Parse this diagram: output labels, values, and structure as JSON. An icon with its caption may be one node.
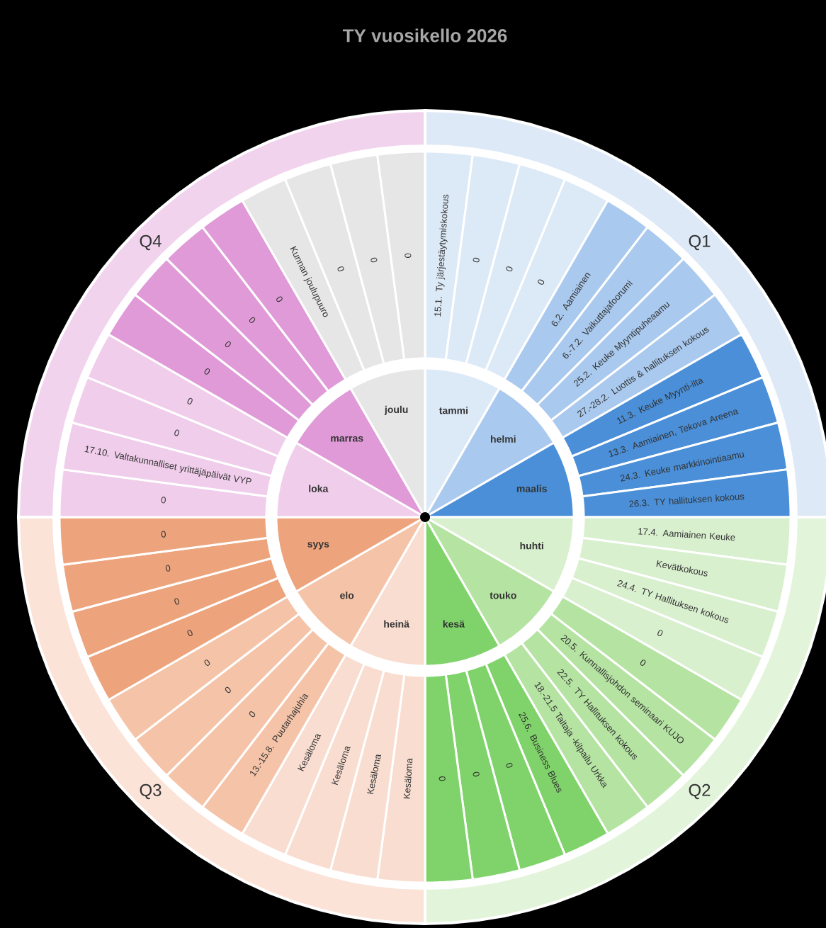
{
  "diagram": {
    "title": "TY vuosikello 2026",
    "nodes": [
      {
        "text": [
          "Q1"
        ]
      },
      {
        "text": [
          "tammi"
        ]
      },
      {
        "text": [
          "helmi"
        ]
      },
      {
        "text": [
          "maalis"
        ]
      },
      {
        "text": [
          "15.1. Ty järjestäytymiskokous"
        ]
      },
      {
        "text": [
          "0"
        ]
      },
      {
        "text": [
          "0"
        ]
      },
      {
        "text": [
          "0"
        ]
      },
      {
        "text": [
          "6.2. Aamiainen"
        ]
      },
      {
        "text": [
          "6.-7.2. Vaikuttajafoorumi"
        ]
      },
      {
        "text": [
          "25.2. Keuke Myyntipuheaamu"
        ]
      },
      {
        "text": [
          "27.-28.2. Luottis & hallituksen kokous"
        ]
      },
      {
        "text": [
          "11.3. Keuke Myynti-ilta"
        ]
      },
      {
        "text": [
          "13.3. Aamiainen, Tekova Areena"
        ]
      },
      {
        "text": [
          "24.3. Keuke markkinointiaamu"
        ]
      },
      {
        "text": [
          "26.3. TY hallituksen kokous"
        ]
      },
      {
        "text": [
          "Q2"
        ]
      },
      {
        "text": [
          "huhti"
        ]
      },
      {
        "text": [
          "touko"
        ]
      },
      {
        "text": [
          "kesä"
        ]
      },
      {
        "text": [
          "17.4. Aamiainen Keuke"
        ]
      },
      {
        "text": [
          "Kevätkokous"
        ]
      },
      {
        "text": [
          "24.4. TY Hallituksen kokous"
        ]
      },
      {
        "text": [
          "0"
        ]
      },
      {
        "text": [
          "0"
        ]
      },
      {
        "text": [
          "20.5. Kunnallisjohdon seminaari KUJO"
        ]
      },
      {
        "text": [
          "22.5. TY Hallituksen kokous"
        ]
      },
      {
        "text": [
          "18.-21.5 Taitaja -kilpailu Urkka"
        ]
      },
      {
        "text": [
          "25.6. Business Blues"
        ]
      },
      {
        "text": [
          "0"
        ]
      },
      {
        "text": [
          "0"
        ]
      },
      {
        "text": [
          "0"
        ]
      },
      {
        "text": [
          "Q3"
        ]
      },
      {
        "text": [
          "heinä"
        ]
      },
      {
        "text": [
          "elo"
        ]
      },
      {
        "text": [
          "syys"
        ]
      },
      {
        "text": [
          "Kesäloma"
        ]
      },
      {
        "text": [
          "Kesäloma"
        ]
      },
      {
        "text": [
          "Kesäloma"
        ]
      },
      {
        "text": [
          "Kesäloma"
        ]
      },
      {
        "text": [
          "13.-15.8. Puutarhajuhla"
        ]
      },
      {
        "text": [
          "0"
        ]
      },
      {
        "text": [
          "0"
        ]
      },
      {
        "text": [
          "0"
        ]
      },
      {
        "text": [
          "0"
        ]
      },
      {
        "text": [
          "0"
        ]
      },
      {
        "text": [
          "0"
        ]
      },
      {
        "text": [
          "0"
        ]
      },
      {
        "text": [
          "Q4"
        ]
      },
      {
        "text": [
          "loka"
        ]
      },
      {
        "text": [
          "marras"
        ]
      },
      {
        "text": [
          "joulu"
        ]
      },
      {
        "text": [
          "0"
        ]
      },
      {
        "text": [
          "17.10. Valtakunnalliset yrittäjäpäivät VYP"
        ]
      },
      {
        "text": [
          "0"
        ]
      },
      {
        "text": [
          "0"
        ]
      },
      {
        "text": [
          "0"
        ]
      },
      {
        "text": [
          "0"
        ]
      },
      {
        "text": [
          "0"
        ]
      },
      {
        "text": [
          "0"
        ]
      },
      {
        "text": [
          "Kunnan joulupuuro"
        ]
      },
      {
        "text": [
          "0"
        ]
      },
      {
        "text": [
          "0"
        ]
      },
      {
        "text": [
          "0"
        ]
      }
    ]
  }
}
